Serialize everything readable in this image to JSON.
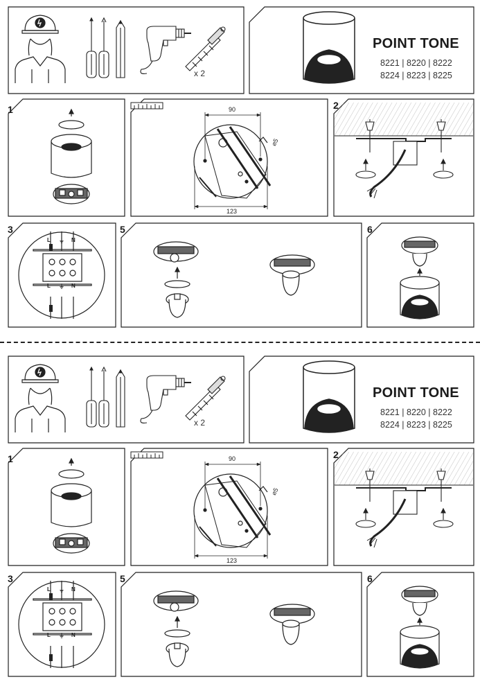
{
  "instructions": [
    {
      "product": {
        "title": "POINT TONE",
        "codes_line1": "8221 | 8220 | 8222",
        "codes_line2": "8224 | 8223 | 8225"
      },
      "tools": {
        "anchor_count": "x 2"
      },
      "steps": [
        "1",
        "2",
        "3",
        "5",
        "6"
      ],
      "dimensions": {
        "width_top": "90",
        "width_bottom": "123",
        "hole": "⌀5"
      },
      "wiring": {
        "top": [
          "L",
          "⏚",
          "N"
        ],
        "bottom": [
          "L",
          "⏚",
          "N"
        ]
      }
    },
    {
      "product": {
        "title": "POINT TONE",
        "codes_line1": "8221 | 8220 | 8222",
        "codes_line2": "8224 | 8223 | 8225"
      },
      "tools": {
        "anchor_count": "x 2"
      },
      "steps": [
        "1",
        "2",
        "3",
        "5",
        "6"
      ],
      "dimensions": {
        "width_top": "90",
        "width_bottom": "123",
        "hole": "⌀5"
      },
      "wiring": {
        "top": [
          "L",
          "⏚",
          "N"
        ],
        "bottom": [
          "L",
          "⏚",
          "N"
        ]
      }
    }
  ]
}
